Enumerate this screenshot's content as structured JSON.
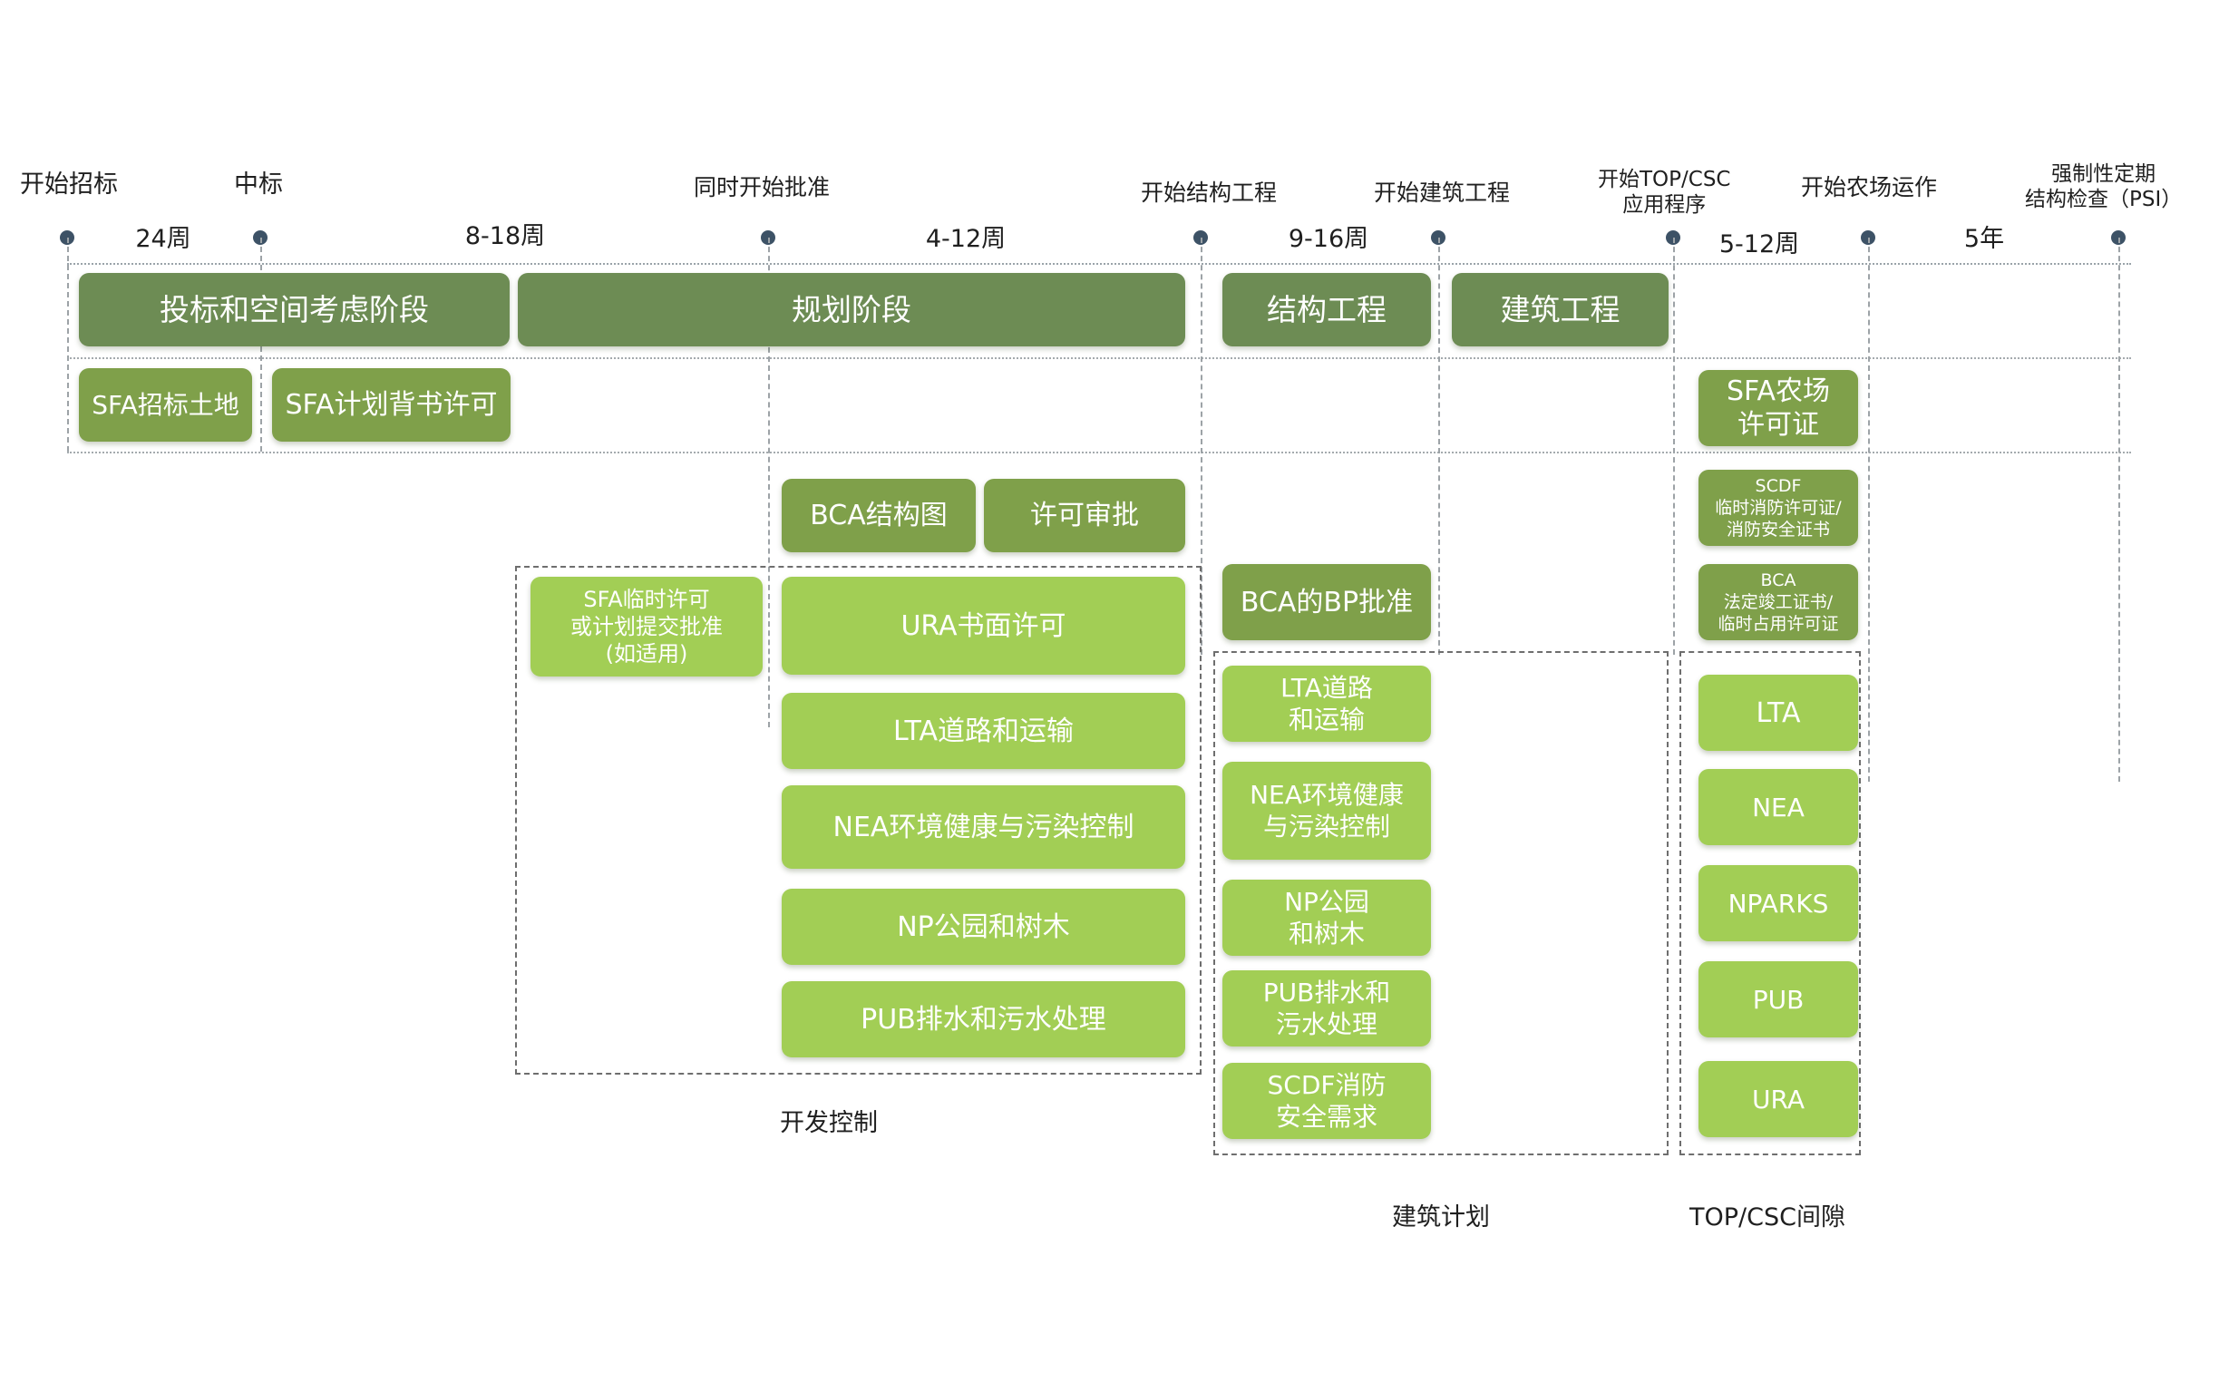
{
  "colors": {
    "dark_green": "#6d8c54",
    "mid_green": "#7fa04a",
    "light_green": "#a2ce55",
    "milestone_dot": "#3d5266"
  },
  "milestones": {
    "m1": "开始招标",
    "m2": "中标",
    "m3": "同时开始批准",
    "m4": "开始结构工程",
    "m5": "开始建筑工程",
    "m6_l1": "开始TOP/CSC",
    "m6_l2": "应用程序",
    "m7": "开始农场运作",
    "m8_l1": "强制性定期",
    "m8_l2": "结构检查（PSI）"
  },
  "durations": {
    "d1": "24周",
    "d2": "8-18周",
    "d3": "4-12周",
    "d4": "9-16周",
    "d5": "5-12周",
    "d6": "5年"
  },
  "phases": {
    "tender": "投标和空间考虑阶段",
    "planning": "规划阶段",
    "structural": "结构工程",
    "building": "建筑工程"
  },
  "sfa": {
    "tender_land": "SFA招标土地",
    "plan_endorse": "SFA计划背书许可",
    "farm_l1": "SFA农场",
    "farm_l2": "许可证",
    "temp_l1": "SFA临时许可",
    "temp_l2": "或计划提交批准",
    "temp_l3": "(如适用)"
  },
  "planning_boxes": {
    "bca_struct": "BCA结构图",
    "permit_review": "许可审批",
    "ura": "URA书面许可",
    "lta": "LTA道路和运输",
    "nea": "NEA环境健康与污染控制",
    "np": "NP公园和树木",
    "pub": "PUB排水和污水处理"
  },
  "building_plan": {
    "bca_bp": "BCA的BP批准",
    "lta_l1": "LTA道路",
    "lta_l2": "和运输",
    "nea_l1": "NEA环境健康",
    "nea_l2": "与污染控制",
    "np_l1": "NP公园",
    "np_l2": "和树木",
    "pub_l1": "PUB排水和",
    "pub_l2": "污水处理",
    "scdf_l1": "SCDF消防",
    "scdf_l2": "安全需求"
  },
  "top_csc": {
    "scdf_l1": "SCDF",
    "scdf_l2": "临时消防许可证/",
    "scdf_l3": "消防安全证书",
    "bca_l1": "BCA",
    "bca_l2": "法定竣工证书/",
    "bca_l3": "临时占用许可证",
    "lta": "LTA",
    "nea": "NEA",
    "nparks": "NPARKS",
    "pub": "PUB",
    "ura": "URA"
  },
  "group_labels": {
    "dev_control": "开发控制",
    "building_plan": "建筑计划",
    "top_csc": "TOP/CSC间隙"
  }
}
